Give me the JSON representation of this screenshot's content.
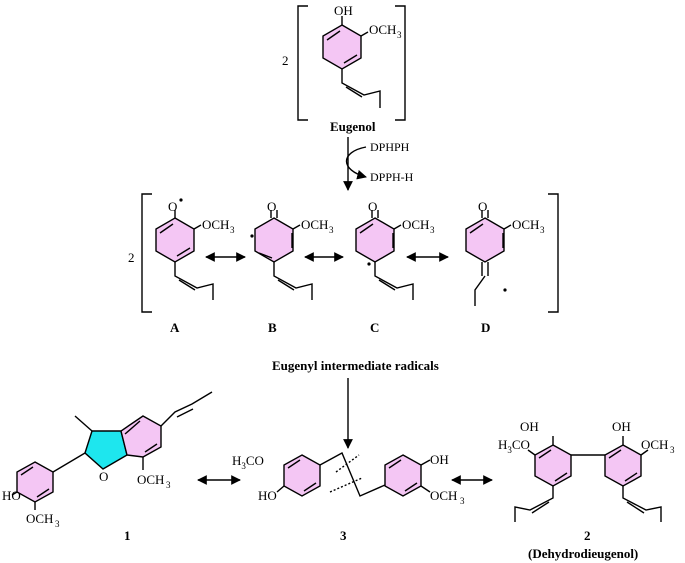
{
  "colors": {
    "ring_fill": "#f4c6f4",
    "furan_fill": "#1ee6ee",
    "ink": "#000000",
    "background": "#ffffff"
  },
  "top": {
    "coefficient": "2",
    "oh": "OH",
    "och3": "OCH",
    "sub3": "3",
    "name": "Eugenol"
  },
  "reagents": {
    "consumed": "DPHPH",
    "produced": "DPPH-H"
  },
  "radicals": {
    "coefficient": "2",
    "o": "O",
    "och3": "OCH",
    "sub3": "3",
    "labels": [
      "A",
      "B",
      "C",
      "D"
    ],
    "caption": "Eugenyl intermediate radicals"
  },
  "products": {
    "p1": {
      "label": "1",
      "ho": "HO",
      "och3": "OCH",
      "sub3": "3",
      "o": "O"
    },
    "p3": {
      "label": "3",
      "h3co": "H",
      "h3co_sub": "3",
      "h3co_rest": "CO",
      "ho": "HO",
      "oh": "OH",
      "och3": "OCH",
      "sub3": "3"
    },
    "p2": {
      "label": "2",
      "name": "(Dehydrodieugenol)",
      "h3co": "H",
      "h3co_sub": "3",
      "h3co_rest": "CO",
      "oh": "OH",
      "och3": "OCH",
      "sub3": "3"
    }
  }
}
